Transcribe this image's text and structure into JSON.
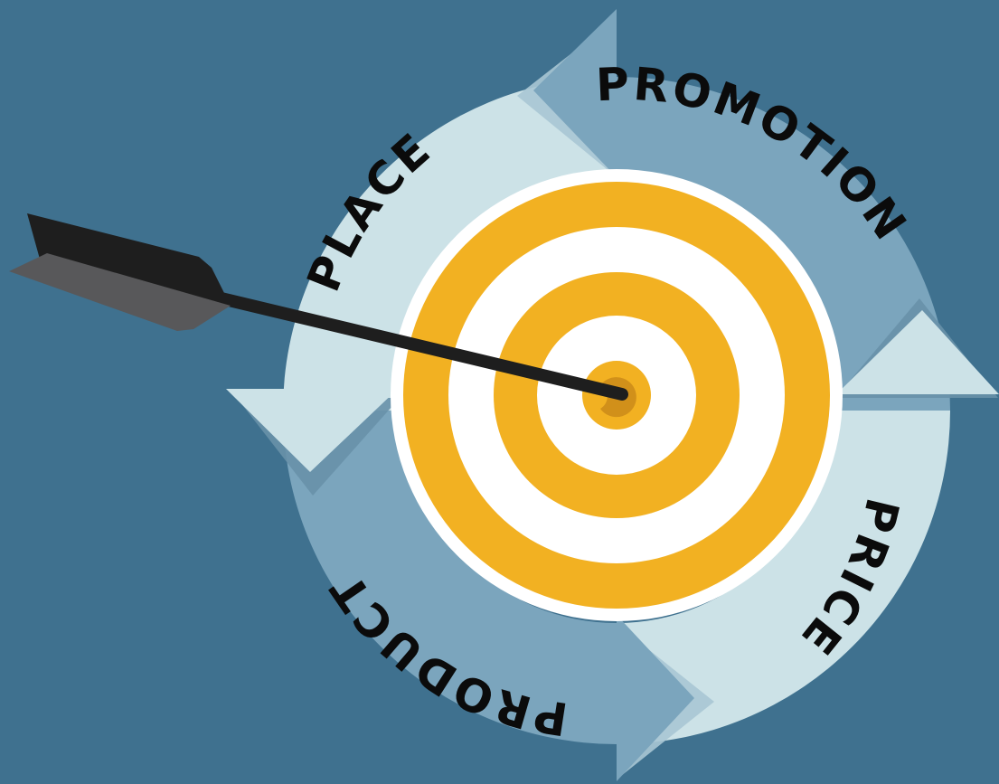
{
  "segments": {
    "promotion": "PROMOTION",
    "price": "PRICE",
    "product": "PRODUCT",
    "place": "PLACE"
  },
  "colors": {
    "background": "#3f718f",
    "segment_dark": "#7ba5bd",
    "segment_light": "#cce2e7",
    "target_ring": "#f2b122",
    "target_gap": "#ffffff",
    "arrow_shaft": "#1e1e1e",
    "arrow_fletch": "#58585a"
  }
}
